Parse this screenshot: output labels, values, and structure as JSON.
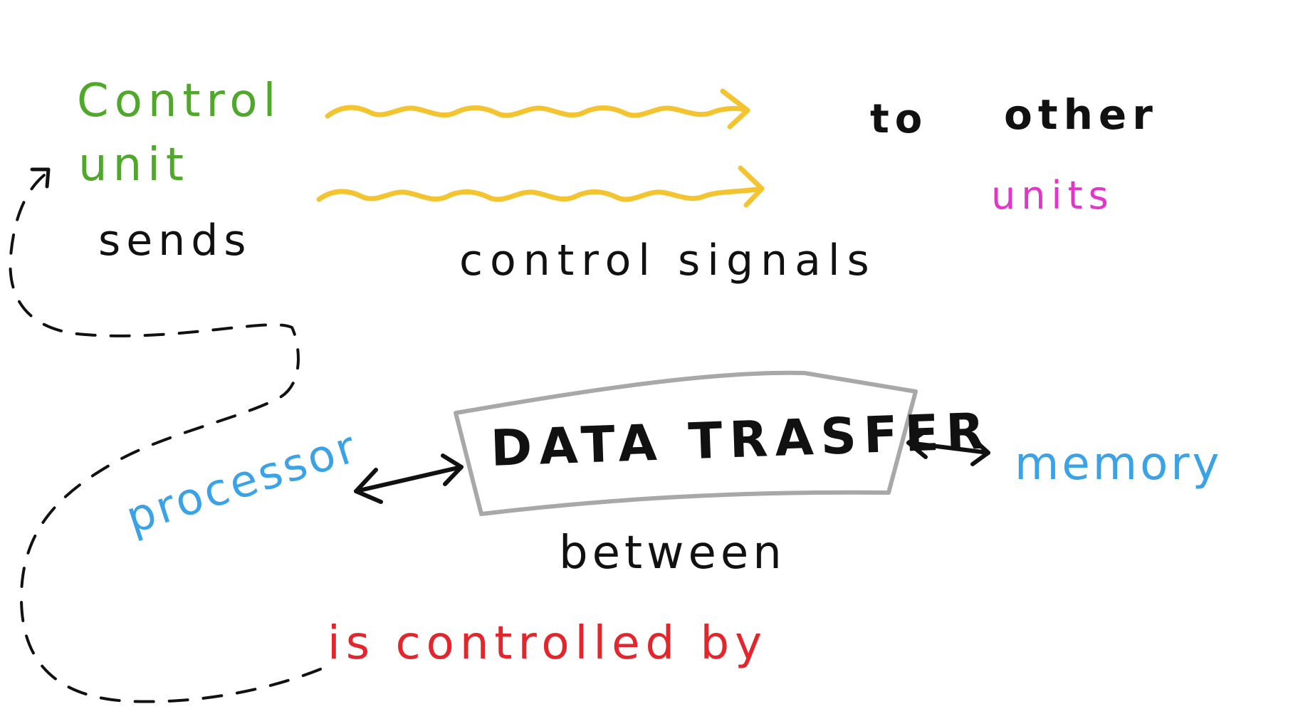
{
  "diagram": {
    "control_label": "Control",
    "unit_label": "unit",
    "sends_label": "sends",
    "control_signals_label": "control signals",
    "to_label": "to",
    "other_label": "other",
    "units_label": "units",
    "box_label": "DATA TRASFER",
    "between_label": "between",
    "processor_label": "processor",
    "memory_label": "memory",
    "controlled_by_label": "is controlled by"
  },
  "colors": {
    "green": "#4fa82a",
    "yellow_arrow": "#f4c430",
    "black": "#111111",
    "magenta": "#e535c8",
    "blue": "#3aa2e6",
    "red": "#e4252b",
    "box_border": "#a8a8a8"
  }
}
